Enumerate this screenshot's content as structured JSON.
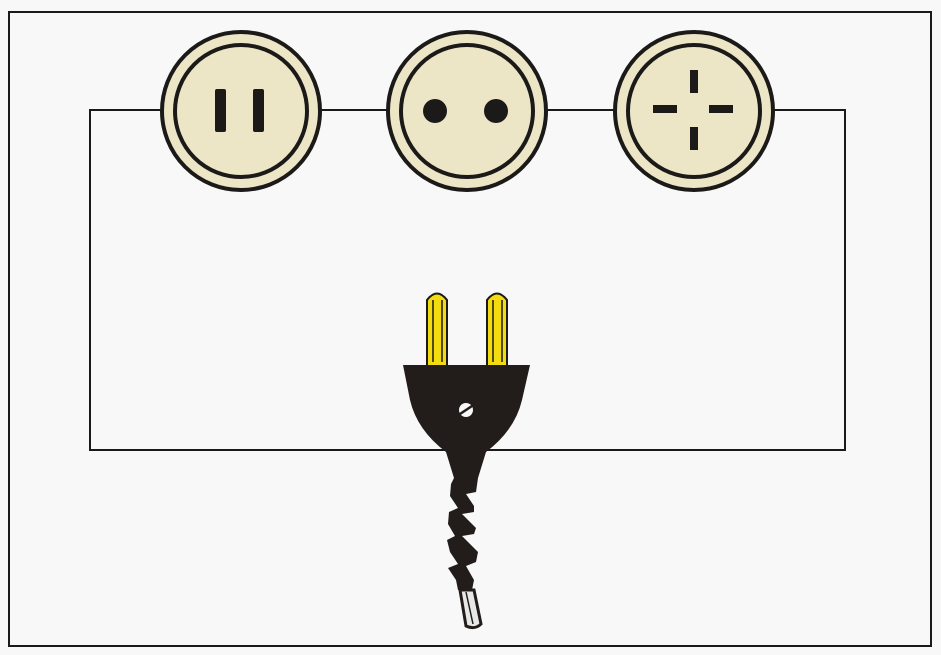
{
  "colors": {
    "background": "#f7f8f7",
    "frame": "#1a1a1a",
    "socket_face": "#ece6c6",
    "socket_outline": "#1c1a18",
    "socket_holes": "#1c1a18",
    "plug_pins": "#f2dc10",
    "plug_body": "#221c1a",
    "cord_tip": "#e8e8e8"
  },
  "sockets": [
    {
      "name": "flat-pin-socket",
      "icon": "two-slot-socket-icon"
    },
    {
      "name": "round-pin-socket",
      "icon": "two-round-hole-socket-icon"
    },
    {
      "name": "cross-slot-socket",
      "icon": "four-slot-cross-socket-icon"
    }
  ],
  "plug": {
    "icon": "two-pin-plug-icon",
    "pin_color": "yellow",
    "body_color": "black"
  }
}
